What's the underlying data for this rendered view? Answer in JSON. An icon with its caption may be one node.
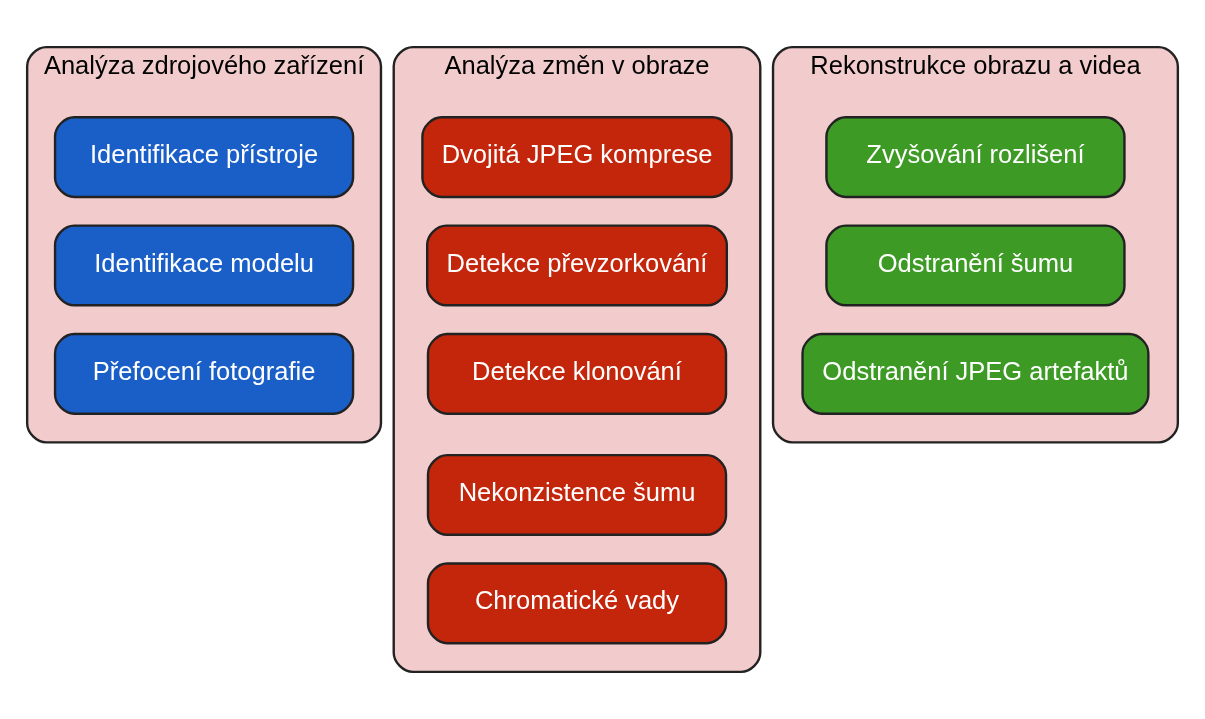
{
  "diagram": {
    "nodes": [
      {
        "text": [
          "Analýza zdrojového zařízení"
        ]
      },
      {
        "text": [
          "Identifikace přístroje"
        ],
        "in": 0
      },
      {
        "text": [
          "Identifikace modelu"
        ],
        "in": 0
      },
      {
        "text": [
          "Přefocení fotografie"
        ],
        "in": 0
      },
      {
        "text": [
          "Analýza změn v obraze"
        ]
      },
      {
        "text": [
          "Dvojitá JPEG komprese"
        ],
        "in": 4
      },
      {
        "text": [
          "Detekce převzorkování"
        ],
        "in": 4
      },
      {
        "text": [
          "Detekce klonování"
        ],
        "in": 4
      },
      {
        "text": [
          "Nekonzistence šumu"
        ],
        "in": 4
      },
      {
        "text": [
          "Chromatické vady"
        ],
        "in": 4
      },
      {
        "text": [
          "Rekonstrukce obrazu a videa"
        ]
      },
      {
        "text": [
          "Zvyšování rozlišení"
        ],
        "in": 10
      },
      {
        "text": [
          "Odstranění šumu"
        ],
        "in": 10
      },
      {
        "text": [
          "Odstranění JPEG artefaktů"
        ],
        "in": 10
      }
    ]
  }
}
